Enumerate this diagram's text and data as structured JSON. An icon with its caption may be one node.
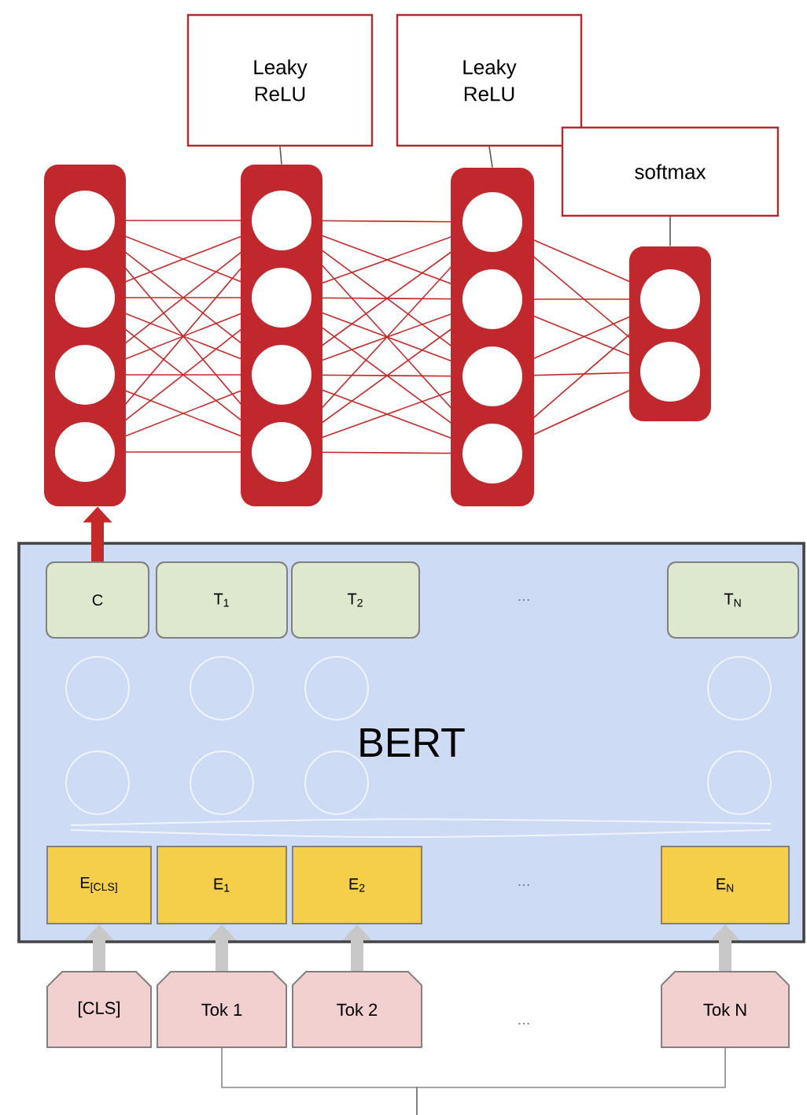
{
  "diagram": {
    "nodes": [
      {
        "text": [
          "Leaky ReLU"
        ]
      },
      {
        "text": [
          "Leaky ReLU"
        ]
      },
      {
        "text": [
          "softmax"
        ]
      },
      {
        "text": [],
        "shape": "bar"
      },
      {
        "text": [],
        "shape": "circle",
        "in": 3
      },
      {
        "text": [],
        "shape": "circle",
        "in": 3
      },
      {
        "text": [],
        "shape": "circle",
        "in": 3
      },
      {
        "text": [],
        "shape": "circle",
        "in": 3
      },
      {
        "text": [],
        "shape": "bar"
      },
      {
        "text": [],
        "shape": "circle",
        "in": 8
      },
      {
        "text": [],
        "shape": "circle",
        "in": 8
      },
      {
        "text": [],
        "shape": "circle",
        "in": 8
      },
      {
        "text": [],
        "shape": "circle",
        "in": 8
      },
      {
        "text": [],
        "shape": "bar"
      },
      {
        "text": [],
        "shape": "circle",
        "in": 13
      },
      {
        "text": [],
        "shape": "circle",
        "in": 13
      },
      {
        "text": [],
        "shape": "circle",
        "in": 13
      },
      {
        "text": [],
        "shape": "circle",
        "in": 13
      },
      {
        "text": [],
        "shape": "bar"
      },
      {
        "text": [],
        "shape": "circle",
        "in": 18
      },
      {
        "text": [],
        "shape": "circle",
        "in": 18
      },
      {
        "text": [
          "BERT"
        ]
      },
      {
        "text": [
          "C"
        ],
        "in": 21
      },
      {
        "text": [
          "T$_{1}$"
        ],
        "in": 21
      },
      {
        "text": [
          "T$_{2}$"
        ],
        "in": 21
      },
      {
        "text": [
          "T$_{N}$"
        ],
        "in": 21
      },
      {
        "text": [
          "E$_{[CLS]}$"
        ],
        "in": 21
      },
      {
        "text": [
          "E$_{1}$"
        ],
        "in": 21
      },
      {
        "text": [
          "E$_{2}$"
        ],
        "in": 21
      },
      {
        "text": [
          "E$_{N}$"
        ],
        "in": 21
      },
      {
        "text": [
          "[CLS]"
        ]
      },
      {
        "text": [
          "Tok 1"
        ]
      },
      {
        "text": [
          "Tok 2"
        ]
      },
      {
        "text": [
          "Tok N"
        ]
      }
    ],
    "edges": [
      {
        "from": 0,
        "to": 8,
        "arrow": "none",
        "color": "#555555"
      },
      {
        "from": 1,
        "to": 13,
        "arrow": "none",
        "color": "#555555"
      },
      {
        "from": 2,
        "to": 18,
        "arrow": "none",
        "color": "#555555"
      },
      {
        "from": 4,
        "to": 9,
        "arrow": "none"
      },
      {
        "from": 4,
        "to": 10,
        "arrow": "none"
      },
      {
        "from": 4,
        "to": 11,
        "arrow": "none"
      },
      {
        "from": 4,
        "to": 12,
        "arrow": "none"
      },
      {
        "from": 5,
        "to": 9,
        "arrow": "none"
      },
      {
        "from": 5,
        "to": 10,
        "arrow": "none"
      },
      {
        "from": 5,
        "to": 11,
        "arrow": "none"
      },
      {
        "from": 5,
        "to": 12,
        "arrow": "none"
      },
      {
        "from": 6,
        "to": 9,
        "arrow": "none"
      },
      {
        "from": 6,
        "to": 10,
        "arrow": "none"
      },
      {
        "from": 6,
        "to": 11,
        "arrow": "none"
      },
      {
        "from": 6,
        "to": 12,
        "arrow": "none"
      },
      {
        "from": 7,
        "to": 9,
        "arrow": "none"
      },
      {
        "from": 7,
        "to": 10,
        "arrow": "none"
      },
      {
        "from": 7,
        "to": 11,
        "arrow": "none"
      },
      {
        "from": 7,
        "to": 12,
        "arrow": "none"
      },
      {
        "from": 9,
        "to": 14,
        "arrow": "none"
      },
      {
        "from": 9,
        "to": 15,
        "arrow": "none"
      },
      {
        "from": 9,
        "to": 16,
        "arrow": "none"
      },
      {
        "from": 9,
        "to": 17,
        "arrow": "none"
      },
      {
        "from": 10,
        "to": 14,
        "arrow": "none"
      },
      {
        "from": 10,
        "to": 15,
        "arrow": "none"
      },
      {
        "from": 10,
        "to": 16,
        "arrow": "none"
      },
      {
        "from": 10,
        "to": 17,
        "arrow": "none"
      },
      {
        "from": 11,
        "to": 14,
        "arrow": "none"
      },
      {
        "from": 11,
        "to": 15,
        "arrow": "none"
      },
      {
        "from": 11,
        "to": 16,
        "arrow": "none"
      },
      {
        "from": 11,
        "to": 17,
        "arrow": "none"
      },
      {
        "from": 12,
        "to": 14,
        "arrow": "none"
      },
      {
        "from": 12,
        "to": 15,
        "arrow": "none"
      },
      {
        "from": 12,
        "to": 16,
        "arrow": "none"
      },
      {
        "from": 12,
        "to": 17,
        "arrow": "none"
      },
      {
        "from": 14,
        "to": 19,
        "arrow": "none"
      },
      {
        "from": 14,
        "to": 20,
        "arrow": "none"
      },
      {
        "from": 15,
        "to": 19,
        "arrow": "none"
      },
      {
        "from": 15,
        "to": 20,
        "arrow": "none"
      },
      {
        "from": 16,
        "to": 19,
        "arrow": "none"
      },
      {
        "from": 16,
        "to": 20,
        "arrow": "none"
      },
      {
        "from": 17,
        "to": 19,
        "arrow": "none"
      },
      {
        "from": 17,
        "to": 20,
        "arrow": "none"
      },
      {
        "from": 22,
        "to": 3,
        "arrow": "to",
        "style": "thick"
      },
      {
        "from": 30,
        "to": 26,
        "arrow": "to",
        "style": "thick",
        "color": "#c8c8c8"
      },
      {
        "from": 31,
        "to": 27,
        "arrow": "to",
        "style": "thick",
        "color": "#c8c8c8"
      },
      {
        "from": 32,
        "to": 28,
        "arrow": "to",
        "style": "thick",
        "color": "#c8c8c8"
      },
      {
        "from": 33,
        "to": 29,
        "arrow": "to",
        "style": "thick",
        "color": "#c8c8c8"
      },
      {
        "from": 31,
        "to": 33,
        "arrow": "none",
        "color": "#888888"
      }
    ],
    "labels": [
      "...",
      "...",
      "..."
    ]
  }
}
